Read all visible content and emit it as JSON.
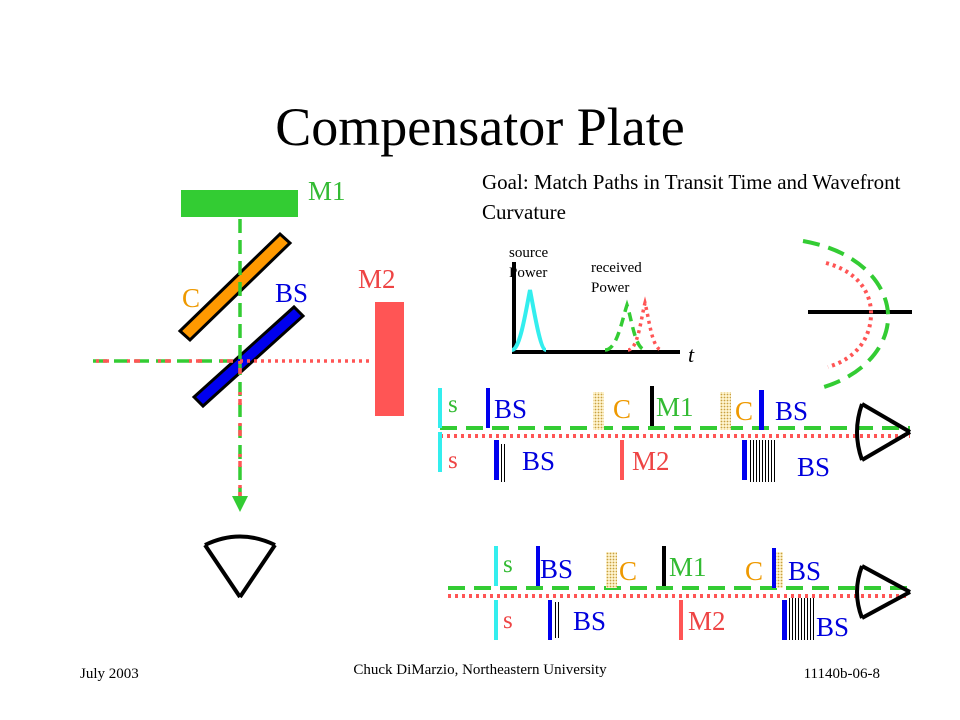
{
  "title": "Compensator Plate",
  "goal": "Goal:  Match Paths in Transit Time and Wavefront Curvature",
  "interferometer": {
    "mirror1_label": "M1",
    "mirror2_label": "M2",
    "beamsplitter_label": "BS",
    "compensator_label": "C"
  },
  "timing_plot": {
    "source_label": "source Power",
    "received_label": "received Power",
    "axis_label": "t"
  },
  "path_diagram_1": {
    "upper_labels": [
      "s",
      "BS",
      "C",
      "M1",
      "C",
      "BS"
    ],
    "lower_labels": [
      "s",
      "BS",
      "M2",
      "BS"
    ]
  },
  "path_diagram_2": {
    "upper_labels": [
      "s",
      "BS",
      "C",
      "M1",
      "C",
      "BS"
    ],
    "lower_labels": [
      "s",
      "BS",
      "M2",
      "BS"
    ]
  },
  "footer": {
    "date": "July 2003",
    "author": "Chuck DiMarzio, Northeastern University",
    "slide_id": "11140b-06-8"
  },
  "colors": {
    "green": "#33cc33",
    "red": "#ff5555",
    "blue": "#0000ee",
    "orange": "#ff9900",
    "cyan": "#33eeee",
    "label_green": "#33bb33",
    "label_red": "#ee4444",
    "label_blue": "#0000dd",
    "label_orange": "#ee9900"
  }
}
